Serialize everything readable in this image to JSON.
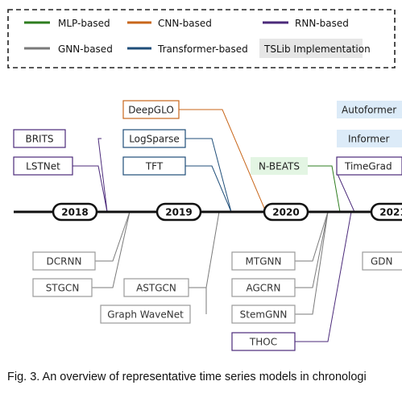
{
  "legend": [
    {
      "key": "mlp",
      "label": "MLP-based",
      "color": "#2e7d1f"
    },
    {
      "key": "cnn",
      "label": "CNN-based",
      "color": "#c8661a"
    },
    {
      "key": "rnn",
      "label": "RNN-based",
      "color": "#4b2a7a"
    },
    {
      "key": "gnn",
      "label": "GNN-based",
      "color": "#7a7a7a"
    },
    {
      "key": "transformer",
      "label": "Transformer-based",
      "color": "#1f4e79"
    },
    {
      "key": "tslib",
      "label": "TSLib Implementation",
      "color": "#e6e6e6"
    }
  ],
  "years": [
    "2018",
    "2019",
    "2020",
    "2021"
  ],
  "models": {
    "brits": "BRITS",
    "lstnet": "LSTNet",
    "deepglo": "DeepGLO",
    "logsparse": "LogSparse",
    "tft": "TFT",
    "nbeats": "N-BEATS",
    "autoformer": "Autoformer",
    "informer": "Informer",
    "timegrad": "TimeGrad",
    "dcrnn": "DCRNN",
    "stgcn": "STGCN",
    "astgcn": "ASTGCN",
    "graphwavenet": "Graph WaveNet",
    "mtgnn": "MTGNN",
    "agcrn": "AGCRN",
    "stemgnn": "StemGNN",
    "thoc": "THOC",
    "gdn": "GDN"
  },
  "caption": "Fig. 3. An overview of representative time series models in chronologi"
}
